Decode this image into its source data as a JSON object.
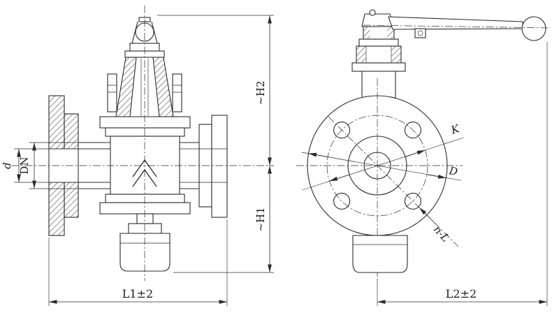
{
  "drawing": {
    "labels": {
      "d": "d",
      "dn": "DN",
      "h2": "~H2",
      "h1": "~H1",
      "l1": "L1±2",
      "k": "K",
      "big_d": "D",
      "n_l": "n-L",
      "l2": "L2±2"
    },
    "colors": {
      "line": "#2b2b2b",
      "background": "#ffffff"
    }
  }
}
